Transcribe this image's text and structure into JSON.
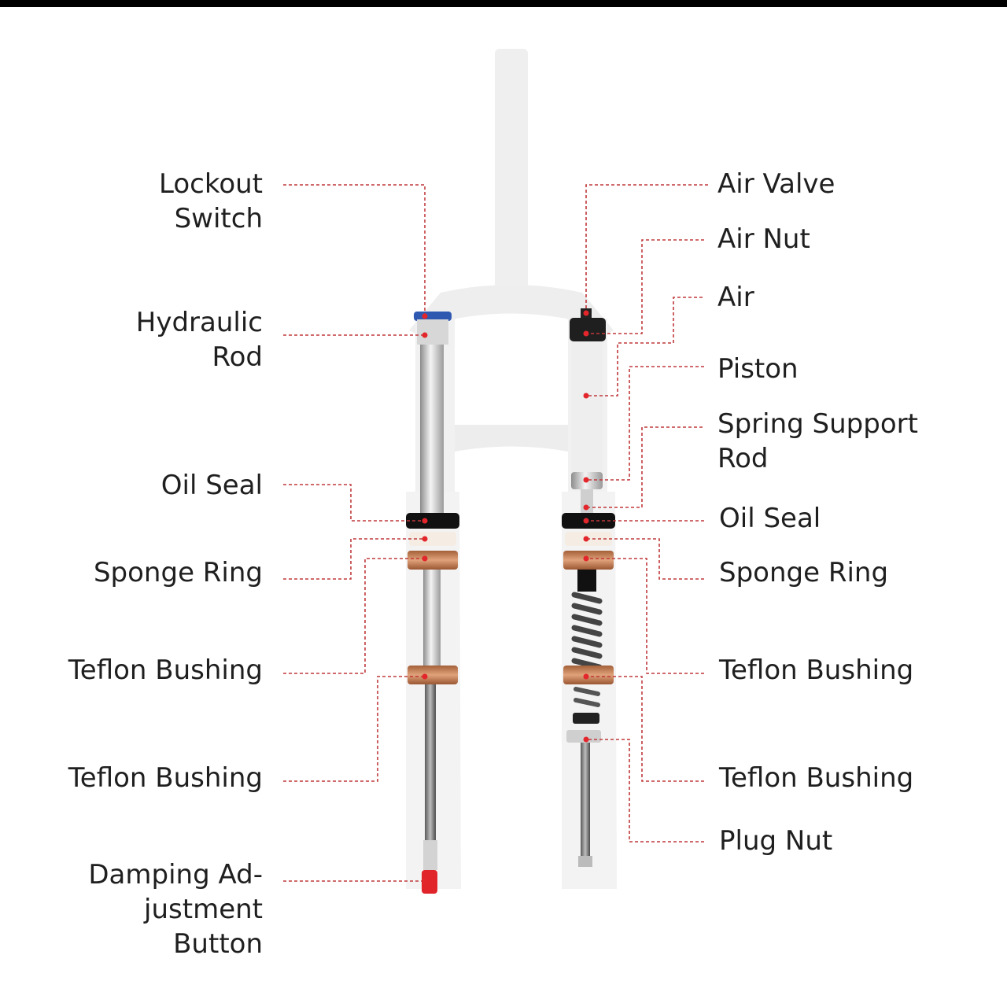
{
  "colors": {
    "leader": "#c0393b",
    "marker": "#e3262b",
    "fork": "#f0f0f0",
    "stanchion": "#c9c9c9",
    "bushing": "#c07a4e",
    "seal": "#111111",
    "cap": "#2f59b0",
    "button": "#e0242a",
    "text": "#1f1f1f"
  },
  "left_labels": {
    "lockout": [
      "Lockout",
      "Switch"
    ],
    "hydraulic_rod": [
      "Hydraulic",
      "Rod"
    ],
    "oil_seal": [
      "Oil Seal"
    ],
    "sponge_ring": [
      "Sponge Ring"
    ],
    "teflon_bushing_upper": [
      "Teflon Bushing"
    ],
    "teflon_bushing_lower": [
      "Teflon Bushing"
    ],
    "damping_button": [
      "Damping Ad-",
      "justment",
      "Button"
    ]
  },
  "right_labels": {
    "air_valve": [
      "Air Valve"
    ],
    "air_nut": [
      "Air Nut"
    ],
    "air": [
      "Air"
    ],
    "piston": [
      "Piston"
    ],
    "spring_support_rod": [
      "Spring Support",
      "Rod"
    ],
    "oil_seal": [
      "Oil Seal"
    ],
    "sponge_ring": [
      "Sponge Ring"
    ],
    "teflon_bushing_upper": [
      "Teflon Bushing"
    ],
    "teflon_bushing_lower": [
      "Teflon Bushing"
    ],
    "plug_nut": [
      "Plug Nut"
    ]
  }
}
